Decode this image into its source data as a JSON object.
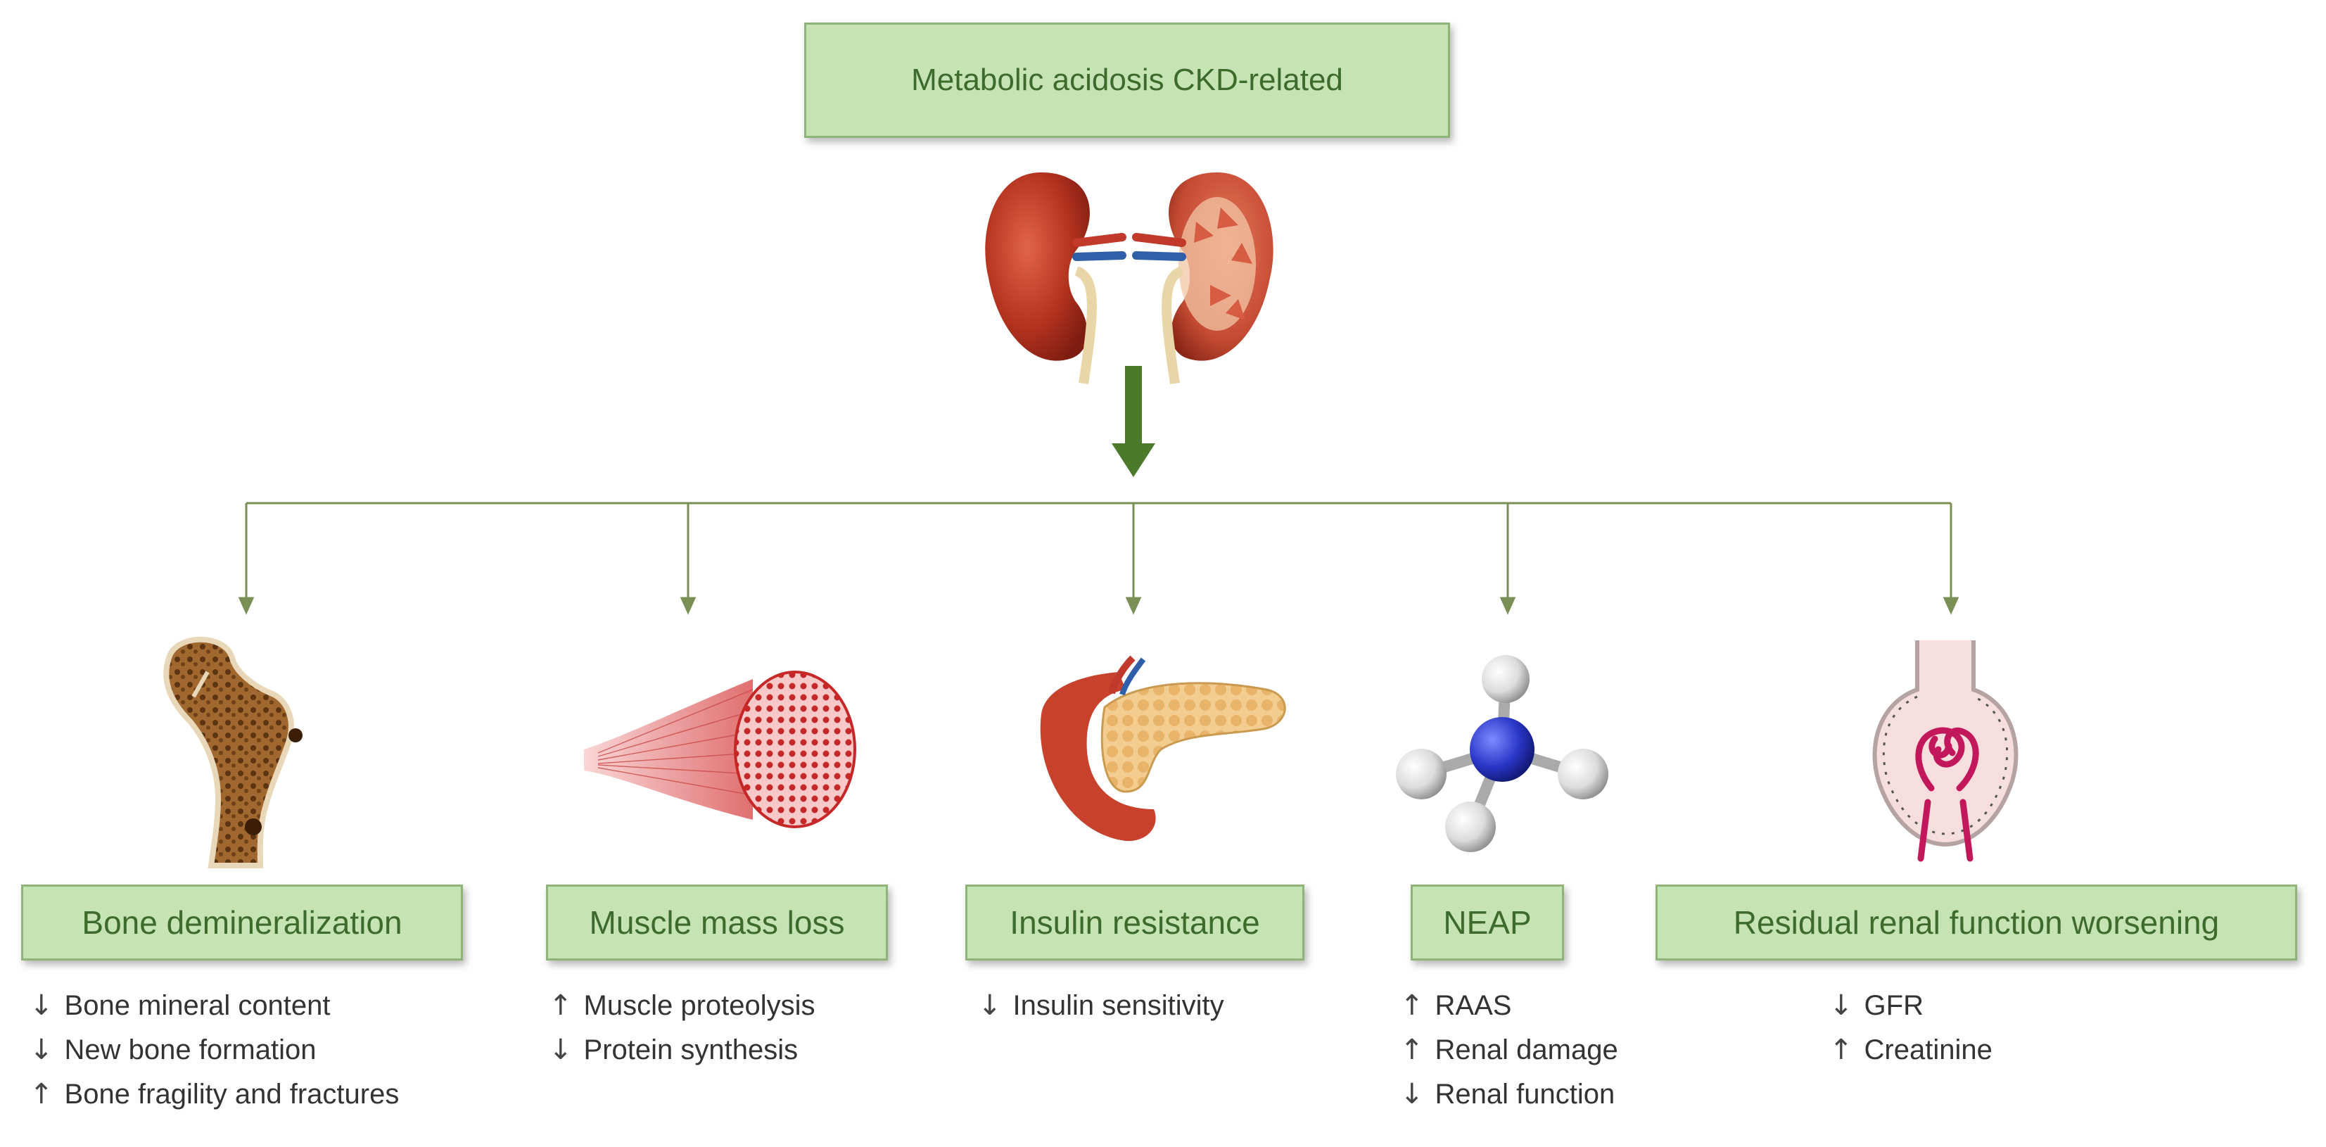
{
  "title": "Metabolic acidosis CKD-related",
  "colors": {
    "box_fill": "#c6e3b4",
    "box_border": "#8fb47a",
    "box_text": "#3d6b2b",
    "main_arrow": "#4a7a2a",
    "connector": "#7a8f55"
  },
  "categories": [
    {
      "label": "Bone demineralization",
      "icon": "bone-femur-illustration",
      "effects": [
        {
          "dir": "↓",
          "text": "Bone mineral content"
        },
        {
          "dir": "↓",
          "text": "New bone formation"
        },
        {
          "dir": "↑",
          "text": "Bone fragility and fractures"
        }
      ]
    },
    {
      "label": "Muscle mass loss",
      "icon": "muscle-fiber-illustration",
      "effects": [
        {
          "dir": "↑",
          "text": "Muscle proteolysis"
        },
        {
          "dir": "↓",
          "text": "Protein synthesis"
        }
      ]
    },
    {
      "label": "Insulin resistance",
      "icon": "pancreas-illustration",
      "effects": [
        {
          "dir": "↓",
          "text": "Insulin sensitivity"
        }
      ]
    },
    {
      "label": "NEAP",
      "icon": "ammonium-molecule-illustration",
      "effects": [
        {
          "dir": "↑",
          "text": "RAAS"
        },
        {
          "dir": "↑",
          "text": "Renal damage"
        },
        {
          "dir": "↓",
          "text": "Renal function"
        }
      ]
    },
    {
      "label": "Residual renal function worsening",
      "icon": "glomerulus-illustration",
      "effects": [
        {
          "dir": "↓",
          "text": "GFR"
        },
        {
          "dir": "↑",
          "text": "Creatinine"
        }
      ]
    }
  ]
}
